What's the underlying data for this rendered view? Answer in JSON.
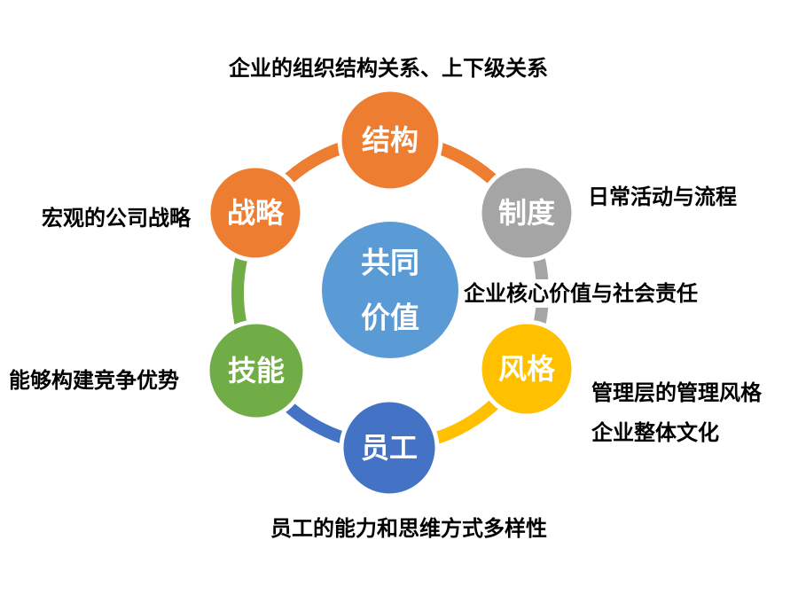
{
  "diagram": {
    "center_node": {
      "line1": "共同",
      "line2": "价值",
      "color": "#5B9BD5"
    },
    "nodes": [
      {
        "id": "structure",
        "label": "结构",
        "color": "#ED7D31"
      },
      {
        "id": "system",
        "label": "制度",
        "color": "#A5A5A5"
      },
      {
        "id": "style",
        "label": "风格",
        "color": "#FFC000"
      },
      {
        "id": "staff",
        "label": "员工",
        "color": "#4472C4"
      },
      {
        "id": "skill",
        "label": "技能",
        "color": "#70AD47"
      },
      {
        "id": "strategy",
        "label": "战略",
        "color": "#ED7D31"
      }
    ],
    "annotations": {
      "structure": "企业的组织结构关系、上下级关系",
      "system": "日常活动与流程",
      "shared_values": "企业核心价值与社会责任",
      "style_1": "管理层的管理风格",
      "style_2": "企业整体文化",
      "staff": "员工的能力和思维方式多样性",
      "skill": "能够构建竞争优势",
      "strategy": "宏观的公司战略"
    }
  }
}
